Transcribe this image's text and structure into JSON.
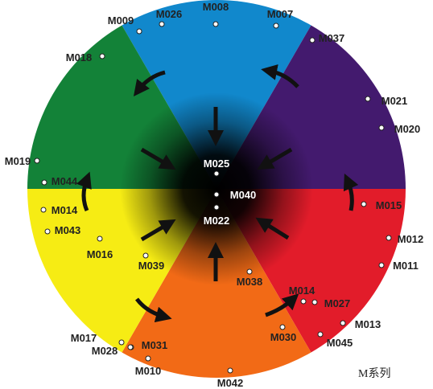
{
  "title": "M系列",
  "colors": {
    "blue": "#1188cc",
    "purple": "#431a6e",
    "red": "#e21c2a",
    "orange": "#f26a16",
    "yellow": "#f6ec14",
    "green": "#138238",
    "center": "#000000",
    "arrow": "#111111"
  },
  "labels": [
    {
      "id": "M008",
      "text": "M008"
    },
    {
      "id": "M026",
      "text": "M026"
    },
    {
      "id": "M009",
      "text": "M009"
    },
    {
      "id": "M007",
      "text": "M007"
    },
    {
      "id": "M037",
      "text": "M037"
    },
    {
      "id": "M018",
      "text": "M018"
    },
    {
      "id": "M021",
      "text": "M021"
    },
    {
      "id": "M020",
      "text": "M020"
    },
    {
      "id": "M019",
      "text": "M019"
    },
    {
      "id": "M044",
      "text": "M044"
    },
    {
      "id": "M025",
      "text": "M025"
    },
    {
      "id": "M040",
      "text": "M040"
    },
    {
      "id": "M022",
      "text": "M022"
    },
    {
      "id": "M015",
      "text": "M015"
    },
    {
      "id": "M014a",
      "text": "M014"
    },
    {
      "id": "M043",
      "text": "M043"
    },
    {
      "id": "M016",
      "text": "M016"
    },
    {
      "id": "M039",
      "text": "M039"
    },
    {
      "id": "M012",
      "text": "M012"
    },
    {
      "id": "M011",
      "text": "M011"
    },
    {
      "id": "M038",
      "text": "M038"
    },
    {
      "id": "M014b",
      "text": "M014"
    },
    {
      "id": "M027",
      "text": "M027"
    },
    {
      "id": "M013",
      "text": "M013"
    },
    {
      "id": "M030",
      "text": "M030"
    },
    {
      "id": "M045",
      "text": "M045"
    },
    {
      "id": "M017",
      "text": "M017"
    },
    {
      "id": "M028",
      "text": "M028"
    },
    {
      "id": "M031",
      "text": "M031"
    },
    {
      "id": "M010",
      "text": "M010"
    },
    {
      "id": "M042",
      "text": "M042"
    }
  ]
}
